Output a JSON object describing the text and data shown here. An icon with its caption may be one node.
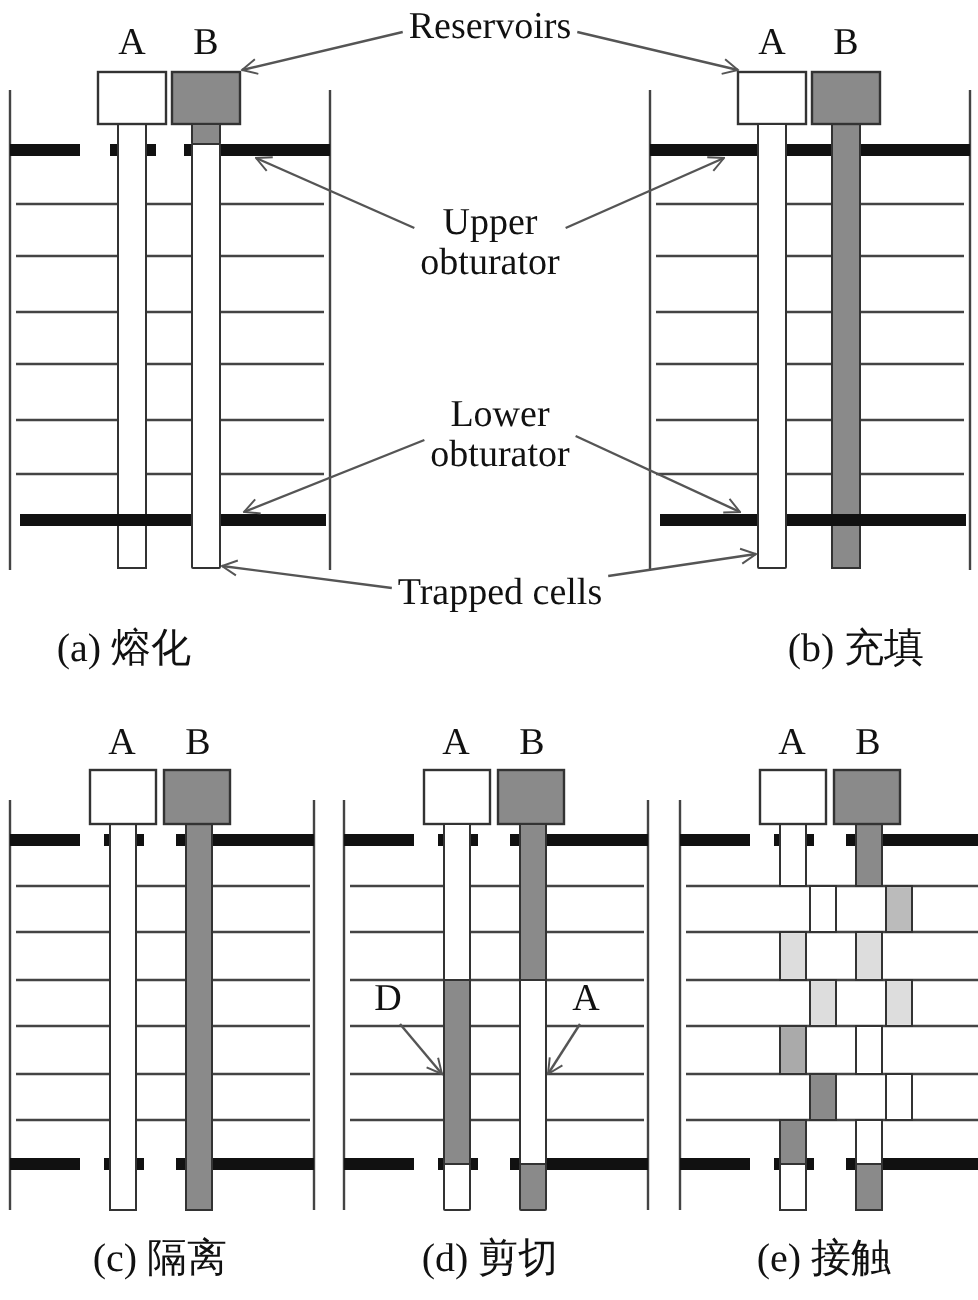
{
  "diagram": {
    "nodes": [
      {
        "text": [
          "Reservoirs"
        ]
      },
      {
        "text": [],
        "shape": "box"
      },
      {
        "text": [],
        "shape": "box"
      },
      {
        "text": [
          "Upper obturator"
        ]
      },
      {
        "text": [],
        "shape": "bar"
      },
      {
        "text": [],
        "shape": "bar"
      },
      {
        "text": [
          "Lower obturator"
        ]
      },
      {
        "text": [],
        "shape": "bar"
      },
      {
        "text": [],
        "shape": "bar"
      },
      {
        "text": [
          "Trapped cells"
        ]
      },
      {
        "text": [],
        "shape": "cylinder"
      },
      {
        "text": [],
        "shape": "cylinder"
      },
      {
        "text": [
          "D"
        ]
      },
      {
        "text": [],
        "shape": "cylinder"
      },
      {
        "text": [
          "A"
        ]
      },
      {
        "text": [],
        "shape": "cylinder"
      }
    ],
    "edges": [
      {
        "from": 0,
        "to": 1,
        "arrow": "to"
      },
      {
        "from": 0,
        "to": 2,
        "arrow": "to"
      },
      {
        "from": 3,
        "to": 4,
        "arrow": "to"
      },
      {
        "from": 3,
        "to": 5,
        "arrow": "to"
      },
      {
        "from": 6,
        "to": 7,
        "arrow": "to"
      },
      {
        "from": 6,
        "to": 8,
        "arrow": "to"
      },
      {
        "from": 9,
        "to": 10,
        "arrow": "to"
      },
      {
        "from": 9,
        "to": 11,
        "arrow": "to"
      },
      {
        "from": 12,
        "to": 13,
        "arrow": "to"
      },
      {
        "from": 14,
        "to": 15,
        "arrow": "to"
      }
    ],
    "labels": [
      "A",
      "B",
      "A",
      "B",
      "(a) 熔化",
      "(b) 充填",
      "A",
      "B",
      "A",
      "B",
      "A",
      "B",
      "(c) 隔离",
      "(d) 剪切",
      "(e) 接触"
    ]
  }
}
